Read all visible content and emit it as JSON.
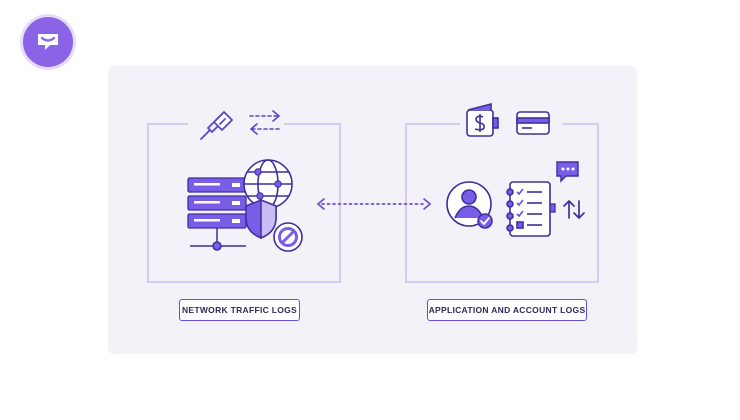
{
  "brand": {
    "logo_icon": "chat-bubble-logo",
    "accent": "#8b63e6"
  },
  "colors": {
    "primary": "#6b4fd8",
    "light": "#c9bdf3",
    "panel": "#f3f2f8"
  },
  "left_group": {
    "label": "NETWORK TRAFFIC LOGS",
    "icons": [
      "ethernet-plug-icon",
      "transfer-arrows-icon",
      "server-stack-icon",
      "globe-icon",
      "shield-icon",
      "block-icon"
    ]
  },
  "right_group": {
    "label": "APPLICATION AND ACCOUNT LOGS",
    "icons": [
      "wallet-icon",
      "credit-card-icon",
      "user-profile-icon",
      "checklist-notebook-icon",
      "chat-bubble-icon",
      "sort-arrows-icon"
    ]
  },
  "connector": {
    "type": "bidirectional-dotted-arrow"
  }
}
